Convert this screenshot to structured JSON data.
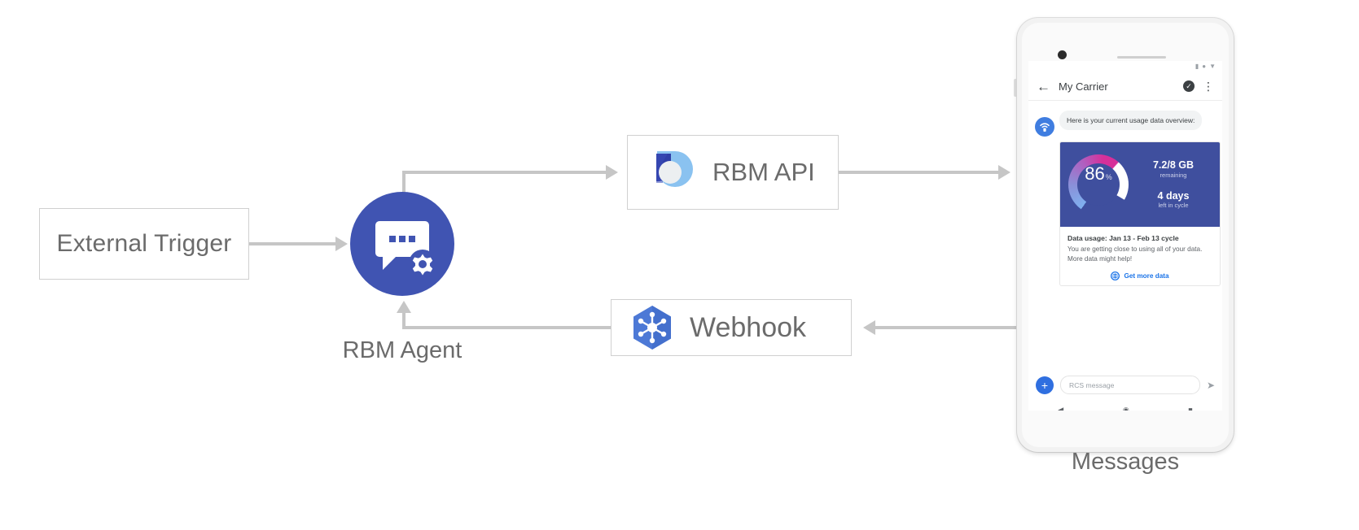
{
  "diagram": {
    "nodes": {
      "external_trigger": {
        "label": "External Trigger"
      },
      "rbm_agent": {
        "caption": "RBM Agent",
        "icon": "chat-gear-icon",
        "color": "#4054b2"
      },
      "rbm_api": {
        "label": "RBM API",
        "icon": "rbm-droplet-icon"
      },
      "webhook": {
        "label": "Webhook",
        "icon": "webhook-hexagon-icon",
        "color": "#4d79d6"
      },
      "messages": {
        "caption": "Messages"
      }
    },
    "connectors": [
      {
        "from": "external-trigger",
        "to": "rbm-agent",
        "direction": "right"
      },
      {
        "from": "rbm-agent",
        "to": "rbm-api",
        "direction": "right"
      },
      {
        "from": "rbm-api",
        "to": "messages",
        "direction": "right"
      },
      {
        "from": "messages",
        "to": "webhook",
        "direction": "left"
      },
      {
        "from": "webhook",
        "to": "rbm-agent",
        "direction": "up"
      }
    ]
  },
  "phone": {
    "status_icons": [
      "signal-icon",
      "wifi-icon",
      "battery-icon"
    ],
    "app_bar": {
      "back_icon": "arrow-back-icon",
      "title": "My Carrier",
      "verified_icon": "verified-shield-icon",
      "overflow_icon": "more-vert-icon"
    },
    "conversation": {
      "agent_avatar_icon": "carrier-antenna-icon",
      "incoming_message": "Here is your current usage data overview:",
      "rich_card": {
        "gauge": {
          "value": "86",
          "unit": "%",
          "percent": 86
        },
        "data_remaining": {
          "value": "7.2/8 GB",
          "sub": "remaining"
        },
        "days_left": {
          "value": "4 days",
          "sub": "left in cycle"
        },
        "title": "Data usage: Jan 13 - Feb 13 cycle",
        "description": "You are getting close to using all of your data. More data might help!",
        "action": {
          "icon": "globe-icon",
          "label": "Get more data"
        }
      }
    },
    "composer": {
      "plus_icon": "plus-icon",
      "placeholder": "RCS message",
      "send_icon": "send-icon"
    },
    "nav_bar": [
      "back-triangle-icon",
      "home-circle-icon",
      "recents-square-icon"
    ]
  }
}
